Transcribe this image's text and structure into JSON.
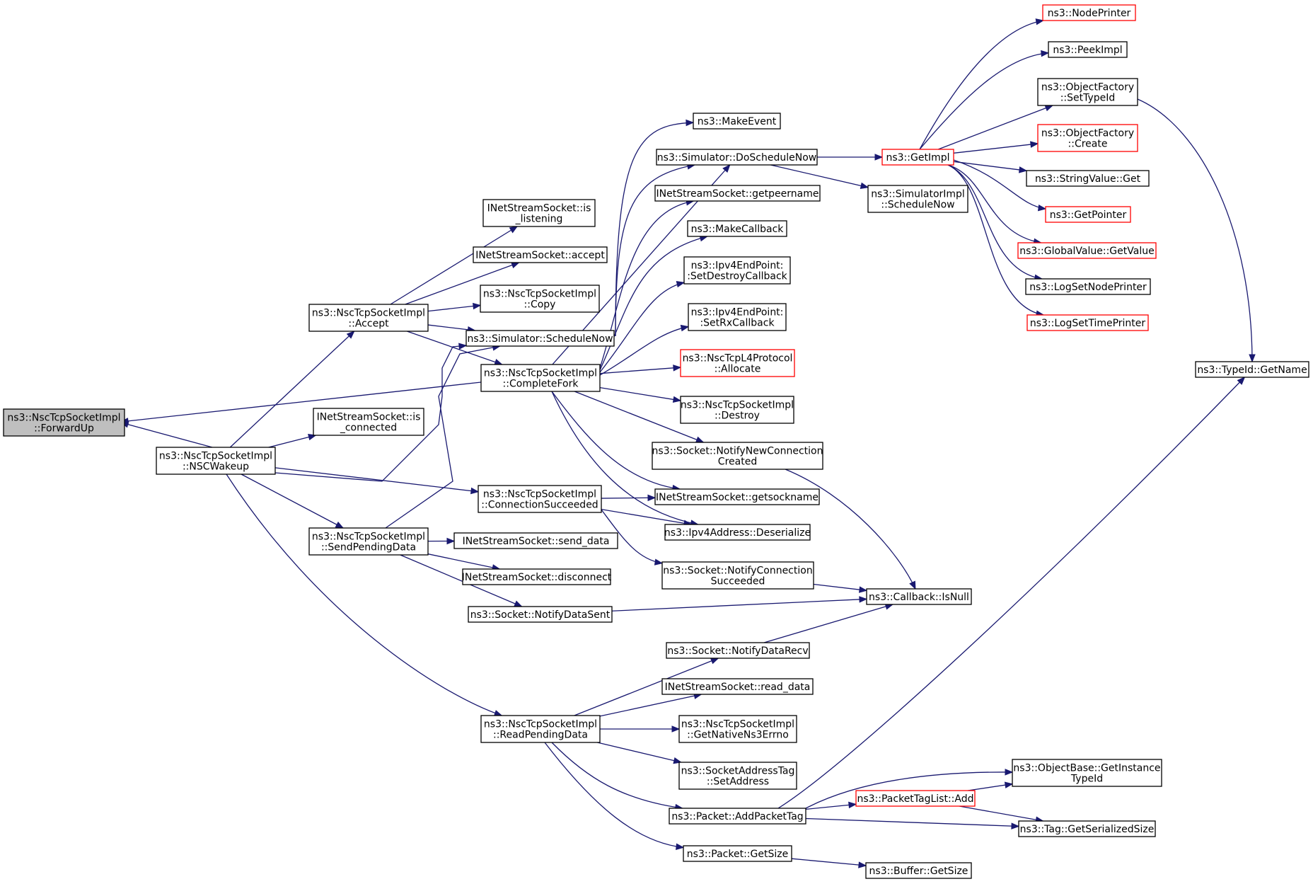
{
  "nodes": [
    {
      "id": "forwardup",
      "lines": [
        "ns3::NscTcpSocketImpl",
        "::ForwardUp"
      ],
      "style": "root"
    },
    {
      "id": "nscwakeup",
      "lines": [
        "ns3::NscTcpSocketImpl",
        "::NSCWakeup"
      ]
    },
    {
      "id": "accept",
      "lines": [
        "ns3::NscTcpSocketImpl",
        "::Accept"
      ]
    },
    {
      "id": "inet_is_connected",
      "lines": [
        "INetStreamSocket::is",
        "_connected"
      ]
    },
    {
      "id": "sendpending",
      "lines": [
        "ns3::NscTcpSocketImpl",
        "::SendPendingData"
      ]
    },
    {
      "id": "inet_is_listening",
      "lines": [
        "INetStreamSocket::is",
        "_listening"
      ]
    },
    {
      "id": "inet_accept",
      "lines": [
        "INetStreamSocket::accept"
      ]
    },
    {
      "id": "copy",
      "lines": [
        "ns3::NscTcpSocketImpl",
        "::Copy"
      ]
    },
    {
      "id": "schedulenow",
      "lines": [
        "ns3::Simulator::ScheduleNow"
      ]
    },
    {
      "id": "completefork",
      "lines": [
        "ns3::NscTcpSocketImpl",
        "::CompleteFork"
      ]
    },
    {
      "id": "connsucceeded",
      "lines": [
        "ns3::NscTcpSocketImpl",
        "::ConnectionSucceeded"
      ]
    },
    {
      "id": "inet_send_data",
      "lines": [
        "INetStreamSocket::send_data"
      ]
    },
    {
      "id": "inet_disconnect",
      "lines": [
        "INetStreamSocket::disconnect"
      ]
    },
    {
      "id": "notifydatasent",
      "lines": [
        "ns3::Socket::NotifyDataSent"
      ]
    },
    {
      "id": "readpending",
      "lines": [
        "ns3::NscTcpSocketImpl",
        "::ReadPendingData"
      ]
    },
    {
      "id": "makeevent",
      "lines": [
        "ns3::MakeEvent"
      ]
    },
    {
      "id": "doschedulenow",
      "lines": [
        "ns3::Simulator::DoScheduleNow"
      ]
    },
    {
      "id": "inet_getpeername",
      "lines": [
        "INetStreamSocket::getpeername"
      ]
    },
    {
      "id": "makecallback",
      "lines": [
        "ns3::MakeCallback"
      ]
    },
    {
      "id": "setdestroycb",
      "lines": [
        "ns3::Ipv4EndPoint:",
        ":SetDestroyCallback"
      ]
    },
    {
      "id": "setrxcb",
      "lines": [
        "ns3::Ipv4EndPoint:",
        ":SetRxCallback"
      ]
    },
    {
      "id": "allocate",
      "lines": [
        "ns3::NscTcpL4Protocol",
        "::Allocate"
      ],
      "style": "red"
    },
    {
      "id": "destroy",
      "lines": [
        "ns3::NscTcpSocketImpl",
        "::Destroy"
      ]
    },
    {
      "id": "notifynewconn",
      "lines": [
        "ns3::Socket::NotifyNewConnection",
        "Created"
      ]
    },
    {
      "id": "inet_getsockname",
      "lines": [
        "INetStreamSocket::getsockname"
      ]
    },
    {
      "id": "ipv4deserialize",
      "lines": [
        "ns3::Ipv4Address::Deserialize"
      ]
    },
    {
      "id": "notifyconnsucc",
      "lines": [
        "ns3::Socket::NotifyConnection",
        "Succeeded"
      ]
    },
    {
      "id": "notifydatarecv",
      "lines": [
        "ns3::Socket::NotifyDataRecv"
      ]
    },
    {
      "id": "inet_read_data",
      "lines": [
        "INetStreamSocket::read_data"
      ]
    },
    {
      "id": "getnativeerrno",
      "lines": [
        "ns3::NscTcpSocketImpl",
        "::GetNativeNs3Errno"
      ]
    },
    {
      "id": "setaddress",
      "lines": [
        "ns3::SocketAddressTag",
        "::SetAddress"
      ]
    },
    {
      "id": "addpackettag",
      "lines": [
        "ns3::Packet::AddPacketTag"
      ]
    },
    {
      "id": "packetgetsize",
      "lines": [
        "ns3::Packet::GetSize"
      ]
    },
    {
      "id": "getimpl",
      "lines": [
        "ns3::GetImpl"
      ],
      "style": "red"
    },
    {
      "id": "simimplschedulenow",
      "lines": [
        "ns3::SimulatorImpl",
        "::ScheduleNow"
      ]
    },
    {
      "id": "callbackisnull",
      "lines": [
        "ns3::Callback::IsNull"
      ]
    },
    {
      "id": "packettaglistadd",
      "lines": [
        "ns3::PacketTagList::Add"
      ],
      "style": "red"
    },
    {
      "id": "bufgetsize",
      "lines": [
        "ns3::Buffer::GetSize"
      ]
    },
    {
      "id": "nodeprinter",
      "lines": [
        "ns3::NodePrinter"
      ],
      "style": "red"
    },
    {
      "id": "peekimpl",
      "lines": [
        "ns3::PeekImpl"
      ]
    },
    {
      "id": "ofsettypeid",
      "lines": [
        "ns3::ObjectFactory",
        "::SetTypeId"
      ]
    },
    {
      "id": "ofcreate",
      "lines": [
        "ns3::ObjectFactory",
        "::Create"
      ],
      "style": "red"
    },
    {
      "id": "stringvalueget",
      "lines": [
        "ns3::StringValue::Get"
      ]
    },
    {
      "id": "getpointer",
      "lines": [
        "ns3::GetPointer"
      ],
      "style": "red"
    },
    {
      "id": "gvgetvalue",
      "lines": [
        "ns3::GlobalValue::GetValue"
      ],
      "style": "red"
    },
    {
      "id": "logsetnodeprinter",
      "lines": [
        "ns3::LogSetNodePrinter"
      ]
    },
    {
      "id": "logsettimeprinter",
      "lines": [
        "ns3::LogSetTimePrinter"
      ],
      "style": "red"
    },
    {
      "id": "objbasegetinstance",
      "lines": [
        "ns3::ObjectBase::GetInstance",
        "TypeId"
      ]
    },
    {
      "id": "taggetserialized",
      "lines": [
        "ns3::Tag::GetSerializedSize"
      ]
    },
    {
      "id": "typeidgetname",
      "lines": [
        "ns3::TypeId::GetName"
      ]
    }
  ],
  "edges": [
    [
      "nscwakeup",
      "forwardup"
    ],
    [
      "completefork",
      "forwardup"
    ],
    [
      "nscwakeup",
      "accept"
    ],
    [
      "nscwakeup",
      "inet_is_connected"
    ],
    [
      "nscwakeup",
      "schedulenow"
    ],
    [
      "nscwakeup",
      "connsucceeded"
    ],
    [
      "nscwakeup",
      "sendpending"
    ],
    [
      "nscwakeup",
      "readpending"
    ],
    [
      "accept",
      "inet_is_listening"
    ],
    [
      "accept",
      "inet_accept"
    ],
    [
      "accept",
      "copy"
    ],
    [
      "accept",
      "schedulenow"
    ],
    [
      "accept",
      "completefork"
    ],
    [
      "sendpending",
      "schedulenow"
    ],
    [
      "sendpending",
      "inet_send_data"
    ],
    [
      "sendpending",
      "inet_disconnect"
    ],
    [
      "sendpending",
      "notifydatasent"
    ],
    [
      "schedulenow",
      "makeevent"
    ],
    [
      "schedulenow",
      "doschedulenow"
    ],
    [
      "completefork",
      "doschedulenow"
    ],
    [
      "completefork",
      "inet_getpeername"
    ],
    [
      "completefork",
      "makecallback"
    ],
    [
      "completefork",
      "setdestroycb"
    ],
    [
      "completefork",
      "setrxcb"
    ],
    [
      "completefork",
      "allocate"
    ],
    [
      "completefork",
      "destroy"
    ],
    [
      "completefork",
      "notifynewconn"
    ],
    [
      "completefork",
      "inet_getsockname"
    ],
    [
      "completefork",
      "ipv4deserialize"
    ],
    [
      "connsucceeded",
      "inet_getsockname"
    ],
    [
      "connsucceeded",
      "ipv4deserialize"
    ],
    [
      "connsucceeded",
      "notifyconnsucc"
    ],
    [
      "readpending",
      "notifydatarecv"
    ],
    [
      "readpending",
      "inet_read_data"
    ],
    [
      "readpending",
      "getnativeerrno"
    ],
    [
      "readpending",
      "setaddress"
    ],
    [
      "readpending",
      "addpackettag"
    ],
    [
      "readpending",
      "packetgetsize"
    ],
    [
      "doschedulenow",
      "getimpl"
    ],
    [
      "doschedulenow",
      "simimplschedulenow"
    ],
    [
      "notifynewconn",
      "callbackisnull"
    ],
    [
      "notifyconnsucc",
      "callbackisnull"
    ],
    [
      "notifydatasent",
      "callbackisnull"
    ],
    [
      "notifydatarecv",
      "callbackisnull"
    ],
    [
      "addpackettag",
      "packettaglistadd"
    ],
    [
      "addpackettag",
      "objbasegetinstance"
    ],
    [
      "addpackettag",
      "taggetserialized"
    ],
    [
      "addpackettag",
      "typeidgetname"
    ],
    [
      "packetgetsize",
      "bufgetsize"
    ],
    [
      "packettaglistadd",
      "objbasegetinstance"
    ],
    [
      "packettaglistadd",
      "taggetserialized"
    ],
    [
      "getimpl",
      "nodeprinter"
    ],
    [
      "getimpl",
      "peekimpl"
    ],
    [
      "getimpl",
      "ofsettypeid"
    ],
    [
      "getimpl",
      "ofcreate"
    ],
    [
      "getimpl",
      "stringvalueget"
    ],
    [
      "getimpl",
      "getpointer"
    ],
    [
      "getimpl",
      "gvgetvalue"
    ],
    [
      "getimpl",
      "logsetnodeprinter"
    ],
    [
      "getimpl",
      "logsettimeprinter"
    ],
    [
      "ofsettypeid",
      "typeidgetname"
    ]
  ]
}
